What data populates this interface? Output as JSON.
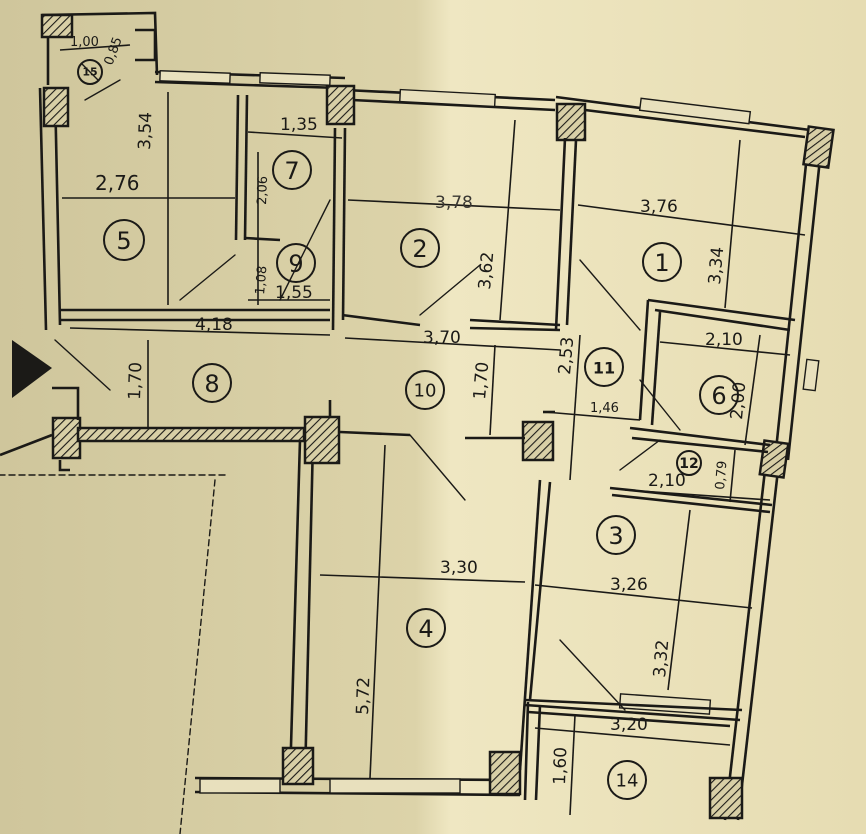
{
  "rooms": [
    {
      "id": "1",
      "label": "1"
    },
    {
      "id": "2",
      "label": "2"
    },
    {
      "id": "3",
      "label": "3"
    },
    {
      "id": "4",
      "label": "4"
    },
    {
      "id": "5",
      "label": "5"
    },
    {
      "id": "6",
      "label": "6"
    },
    {
      "id": "7",
      "label": "7"
    },
    {
      "id": "8",
      "label": "8"
    },
    {
      "id": "9",
      "label": "9"
    },
    {
      "id": "10",
      "label": "10"
    },
    {
      "id": "11",
      "label": "11"
    },
    {
      "id": "12",
      "label": "12"
    },
    {
      "id": "14",
      "label": "14"
    },
    {
      "id": "15",
      "label": "15"
    }
  ],
  "dimensions": {
    "d_1_00": "1,00",
    "d_0_85": "0,85",
    "d_3_54": "3,54",
    "d_2_76": "2,76",
    "d_1_35": "1,35",
    "d_2_06": "2,06",
    "d_1_08": "1,08",
    "d_1_55": "1,55",
    "d_4_18": "4,18",
    "d_3_78": "3,78",
    "d_3_62": "3,62",
    "d_3_70": "3,70",
    "d_3_76": "3,76",
    "d_3_34": "3,34",
    "d_2_10a": "2,10",
    "d_2_00": "2,00",
    "d_2_53": "2,53",
    "d_1_46": "1,46",
    "d_1_70a": "1,70",
    "d_1_70b": "1,70",
    "d_2_10b": "2,10",
    "d_0_79": "0,79",
    "d_3_30": "3,30",
    "d_3_26": "3,26",
    "d_5_72": "5,72",
    "d_3_32": "3,32",
    "d_3_20": "3,20",
    "d_1_60": "1,60"
  }
}
